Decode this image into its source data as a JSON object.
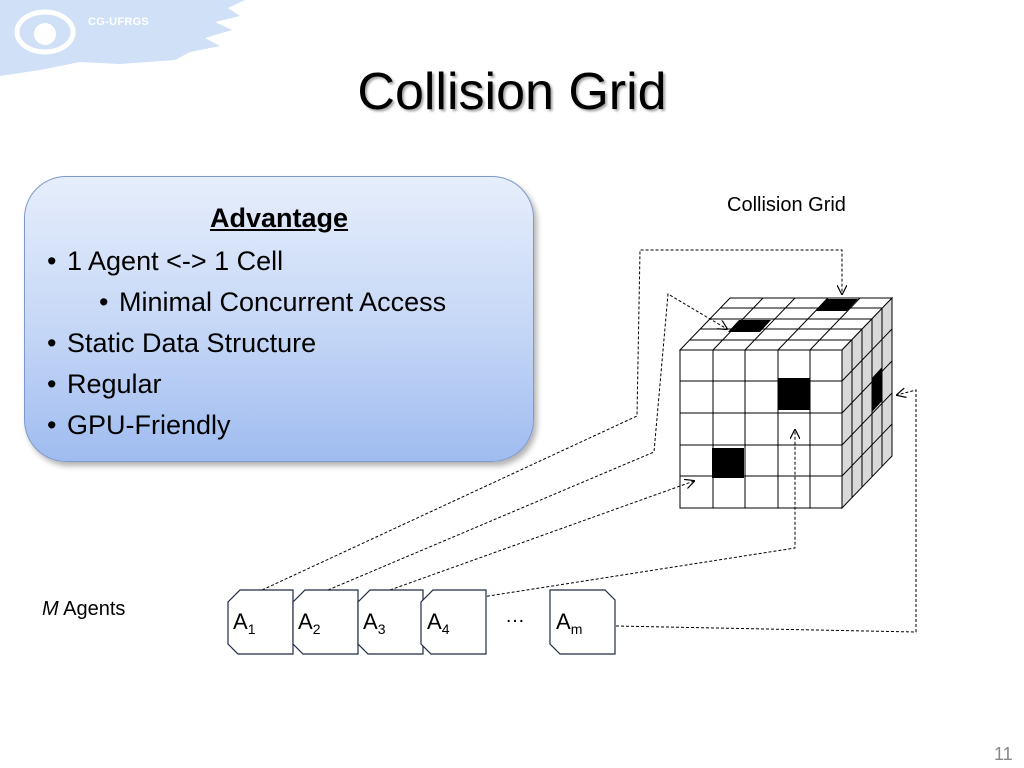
{
  "logo": {
    "text": "CG-UFRGS"
  },
  "title": "Collision Grid",
  "advantage": {
    "heading": "Advantage",
    "items": [
      {
        "text": "1 Agent <-> 1 Cell",
        "level": 1
      },
      {
        "text": "Minimal Concurrent Access",
        "level": 2
      },
      {
        "text": "Static Data Structure",
        "level": 1
      },
      {
        "text": "Regular",
        "level": 1
      },
      {
        "text": "GPU-Friendly",
        "level": 1
      }
    ]
  },
  "diagram": {
    "grid_label": "Collision Grid",
    "agents_label_var": "M",
    "agents_label_rest": " Agents",
    "agents": [
      {
        "base": "A",
        "sub": "1"
      },
      {
        "base": "A",
        "sub": "2"
      },
      {
        "base": "A",
        "sub": "3"
      },
      {
        "base": "A",
        "sub": "4"
      },
      {
        "base": "A",
        "sub": "m"
      }
    ],
    "ellipsis": "…"
  },
  "page_number": "11"
}
